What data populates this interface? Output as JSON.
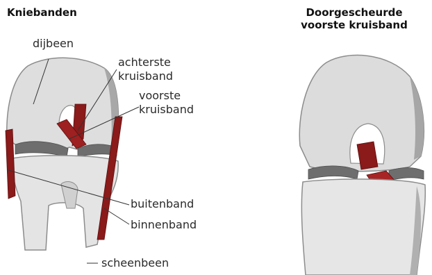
{
  "titles": {
    "left": "Kniebanden",
    "right_line1": "Doorgescheurde",
    "right_line2": "voorste kruisband"
  },
  "labels": {
    "dijbeen": "dijbeen",
    "achterste_1": "achterste",
    "achterste_2": "kruisband",
    "voorste_1": "voorste",
    "voorste_2": "kruisband",
    "buitenband": "buitenband",
    "binnenband": "binnenband",
    "scheenbeen": "scheenbeen"
  },
  "colors": {
    "bone": "#d9d9d9",
    "bone_outline": "#8c8c8c",
    "bone_dark": "#9a9a9a",
    "ligament": "#8b1a1a",
    "meniscus": "#6e6e6e"
  }
}
